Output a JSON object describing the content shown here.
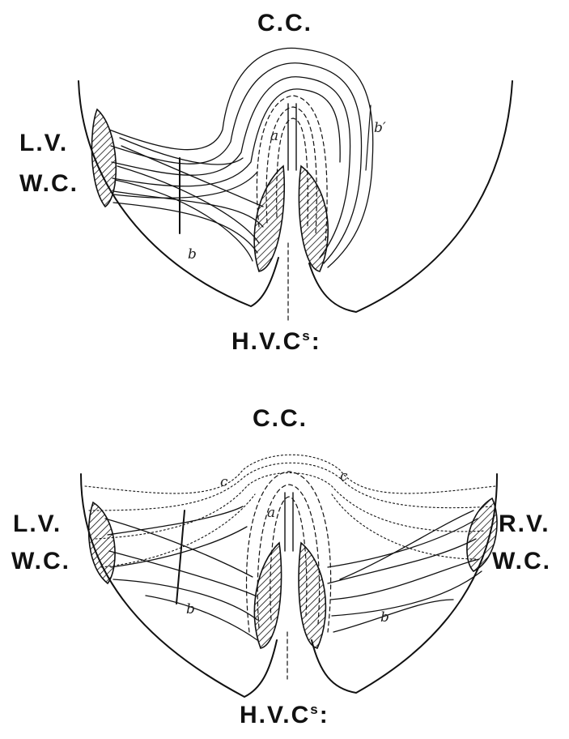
{
  "top": {
    "cc": "C.C.",
    "lv": "L.V.",
    "wc": "W.C.",
    "hvc_main": "H.V.C",
    "hvc_sup": "s",
    "hvc_dot": ":",
    "mark_a": "a",
    "mark_b": "b",
    "mark_b_prime": "b′"
  },
  "bottom": {
    "cc": "C.C.",
    "lv": "L.V.",
    "wc_left": "W.C.",
    "rv": "R.V.",
    "wc_right": "W.C.",
    "hvc_main": "H.V.C",
    "hvc_sup": "s",
    "hvc_dot": ":",
    "mark_a": "a",
    "mark_b_left": "b",
    "mark_b_right": "b",
    "mark_c_left": "c",
    "mark_c_right": "c"
  }
}
